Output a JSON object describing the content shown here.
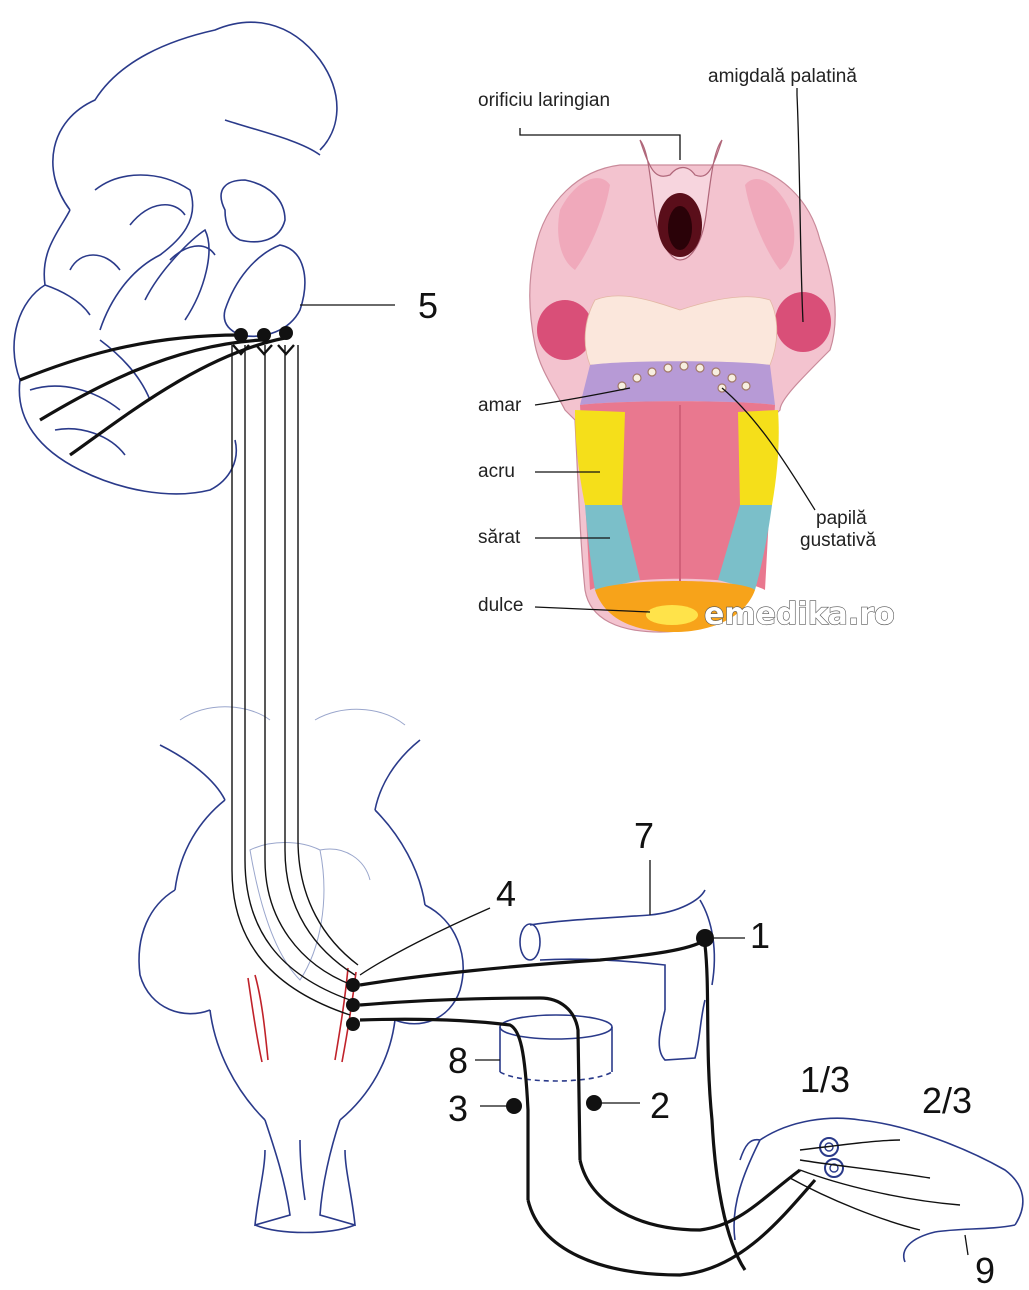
{
  "markers": {
    "n1": "1",
    "n2": "2",
    "n3": "3",
    "n4": "4",
    "n5": "5",
    "n7": "7",
    "n8": "8",
    "n9": "9",
    "one_third": "1/3",
    "two_thirds": "2/3"
  },
  "tongue_map": {
    "orificiu": "orificiu laringian",
    "amigdala": "amigdală palatină",
    "amar": "amar",
    "acru": "acru",
    "sarat": "sărat",
    "dulce": "dulce",
    "papila_1": "papilă",
    "papila_2": "gustativă"
  },
  "watermark": "emedika.ro",
  "colors": {
    "outline": "#2a3a8a",
    "nerve": "#111111",
    "tongue_pink": "#e9788f",
    "bitter_purple": "#b79ad6",
    "sour_yellow": "#f5df1a",
    "salty_teal": "#7bbfc9",
    "sweet_orange": "#f7a31a",
    "pathway_red": "#c0222a"
  }
}
